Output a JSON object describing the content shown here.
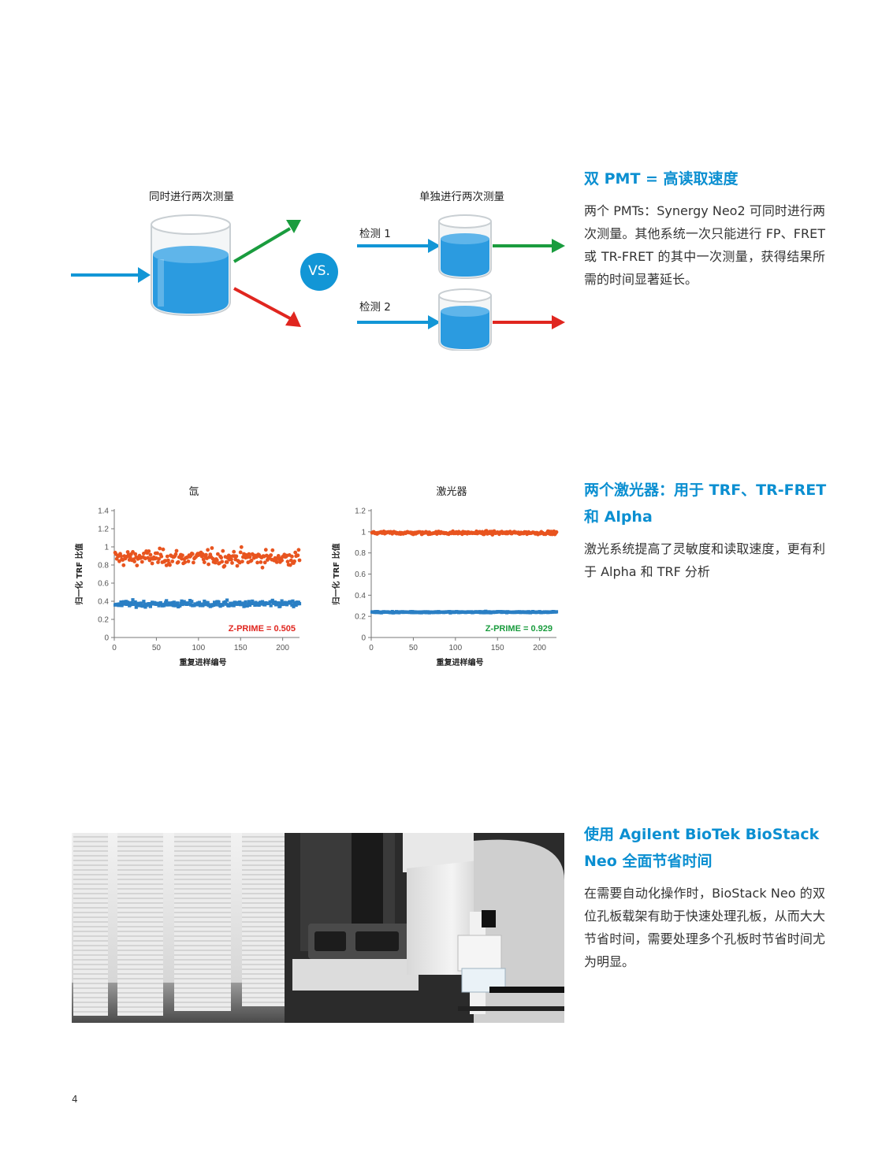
{
  "section1": {
    "left_label": "同时进行两次测量",
    "right_label": "单独进行两次测量",
    "vs_label": "VS.",
    "detect1": "检测 1",
    "detect2": "检测 2",
    "heading": "双 PMT = 高读取速度",
    "body": "两个 PMTs：Synergy Neo2 可同时进行两次测量。其他系统一次只能进行 FP、FRET 或 TR-FRET 的其中一次测量，获得结果所需的时间显著延长。"
  },
  "section2": {
    "heading": "两个激光器：用于 TRF、TR-FRET 和 Alpha",
    "body": "激光系统提高了灵敏度和读取速度，更有利于 Alpha 和 TRF 分析"
  },
  "section3": {
    "heading": "使用 Agilent BioTek BioStack Neo 全面节省时间",
    "body": "在需要自动化操作时，BioStack Neo 的双位孔板载架有助于快速处理孔板，从而大大节省时间，需要处理多个孔板时节省时间尤为明显。"
  },
  "colors": {
    "accent": "#0b8fd1",
    "orange": "#e8541f",
    "blue_points": "#2a7fc4",
    "green_arrow": "#1a9c3e",
    "red_arrow": "#e0261f",
    "zprime_red": "#e0261f",
    "zprime_green": "#1a9c3e"
  },
  "chart_data": [
    {
      "type": "scatter",
      "title": "氙",
      "xlabel": "重复进样编号",
      "ylabel": "归一化 TRF 比值",
      "xlim": [
        0,
        220
      ],
      "ylim": [
        0,
        1.4
      ],
      "xticks": [
        0,
        50,
        100,
        150,
        200
      ],
      "yticks": [
        0,
        0.2,
        0.4,
        0.6,
        0.8,
        1,
        1.2,
        1.4
      ],
      "annotation": "Z-PRIME = 0.505",
      "series": [
        {
          "color": "orange",
          "n": 220,
          "mean": 0.88,
          "spread": 0.09
        },
        {
          "color": "blue",
          "n": 220,
          "mean": 0.37,
          "spread": 0.035
        }
      ]
    },
    {
      "type": "scatter",
      "title": "激光器",
      "xlabel": "重复进样编号",
      "ylabel": "归一化 TRF 比值",
      "xlim": [
        0,
        220
      ],
      "ylim": [
        0,
        1.2
      ],
      "xticks": [
        0,
        50,
        100,
        150,
        200
      ],
      "yticks": [
        0,
        0.2,
        0.4,
        0.6,
        0.8,
        1,
        1.2
      ],
      "annotation": "Z-PRIME = 0.929",
      "series": [
        {
          "color": "orange",
          "n": 220,
          "mean": 0.99,
          "spread": 0.015
        },
        {
          "color": "blue",
          "n": 220,
          "mean": 0.24,
          "spread": 0.006
        }
      ]
    }
  ],
  "page_number": "4"
}
